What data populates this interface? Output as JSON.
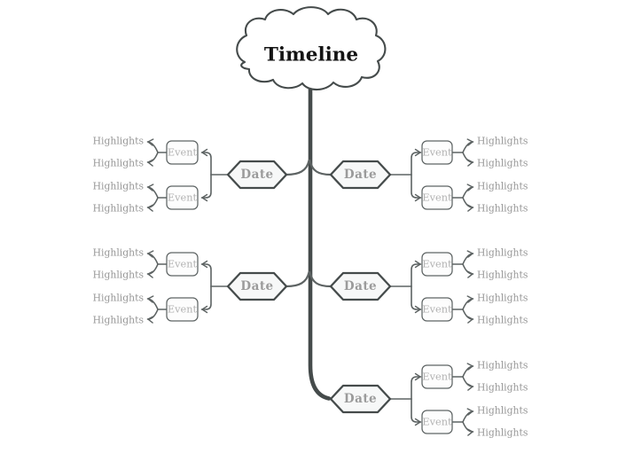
{
  "title": "Timeline",
  "node_labels": {
    "date": "Date",
    "event": "Event",
    "highlight": "Highlights"
  },
  "colors": {
    "trunk": "#454b4b",
    "node_border": "#454b4b",
    "event_border": "#5e6464",
    "connector": "#5d6363",
    "hex_fill": "#f7f8f8",
    "event_fill": "#fdfdfd",
    "cloud_fill": "#ffffff",
    "title_text": "#141414",
    "date_text": "#9b9b9b",
    "event_text": "#b2b2b2",
    "highlight_text": "#979797"
  },
  "structure": {
    "rows": [
      {
        "branches": [
          {
            "side": "left",
            "date": "Date",
            "events": [
              {
                "label": "Event",
                "highlights": [
                  "Highlights",
                  "Highlights"
                ]
              },
              {
                "label": "Event",
                "highlights": [
                  "Highlights",
                  "Highlights"
                ]
              }
            ]
          },
          {
            "side": "right",
            "date": "Date",
            "events": [
              {
                "label": "Event",
                "highlights": [
                  "Highlights",
                  "Highlights"
                ]
              },
              {
                "label": "Event",
                "highlights": [
                  "Highlights",
                  "Highlights"
                ]
              }
            ]
          }
        ]
      },
      {
        "branches": [
          {
            "side": "left",
            "date": "Date",
            "events": [
              {
                "label": "Event",
                "highlights": [
                  "Highlights",
                  "Highlights"
                ]
              },
              {
                "label": "Event",
                "highlights": [
                  "Highlights",
                  "Highlights"
                ]
              }
            ]
          },
          {
            "side": "right",
            "date": "Date",
            "events": [
              {
                "label": "Event",
                "highlights": [
                  "Highlights",
                  "Highlights"
                ]
              },
              {
                "label": "Event",
                "highlights": [
                  "Highlights",
                  "Highlights"
                ]
              }
            ]
          }
        ]
      },
      {
        "branches": [
          {
            "side": "right",
            "date": "Date",
            "events": [
              {
                "label": "Event",
                "highlights": [
                  "Highlights",
                  "Highlights"
                ]
              },
              {
                "label": "Event",
                "highlights": [
                  "Highlights",
                  "Highlights"
                ]
              }
            ]
          }
        ]
      }
    ]
  }
}
